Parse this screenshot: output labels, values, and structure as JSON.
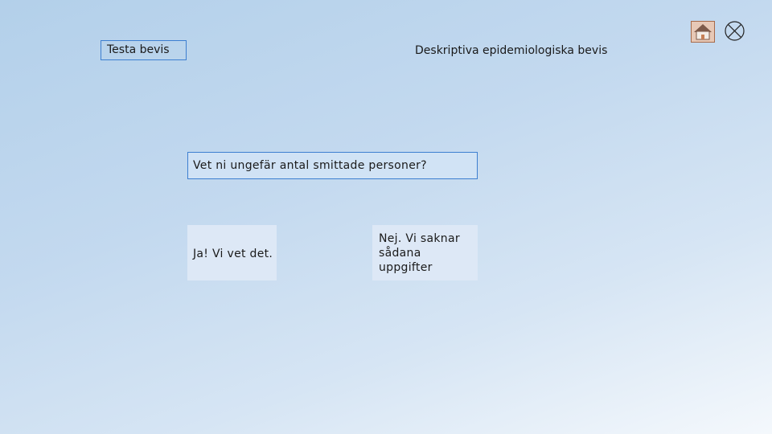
{
  "nav": {
    "tab_label": "Testa bevis"
  },
  "header": {
    "title": "Deskriptiva epidemiologiska bevis",
    "home_icon": "home-icon",
    "close_icon": "close-circle-icon"
  },
  "question": {
    "text": "Vet ni ungefär antal smittade personer?"
  },
  "answers": {
    "yes_label": "Ja! Vi vet det.",
    "no_line1": "Nej. Vi saknar",
    "no_line2": "sådana uppgifter"
  },
  "colors": {
    "accent_border": "#3d7fd0",
    "home_button_bg": "#e7c8b6",
    "home_roof": "#7d5a4a",
    "answer_bg": "#dde8f6"
  }
}
